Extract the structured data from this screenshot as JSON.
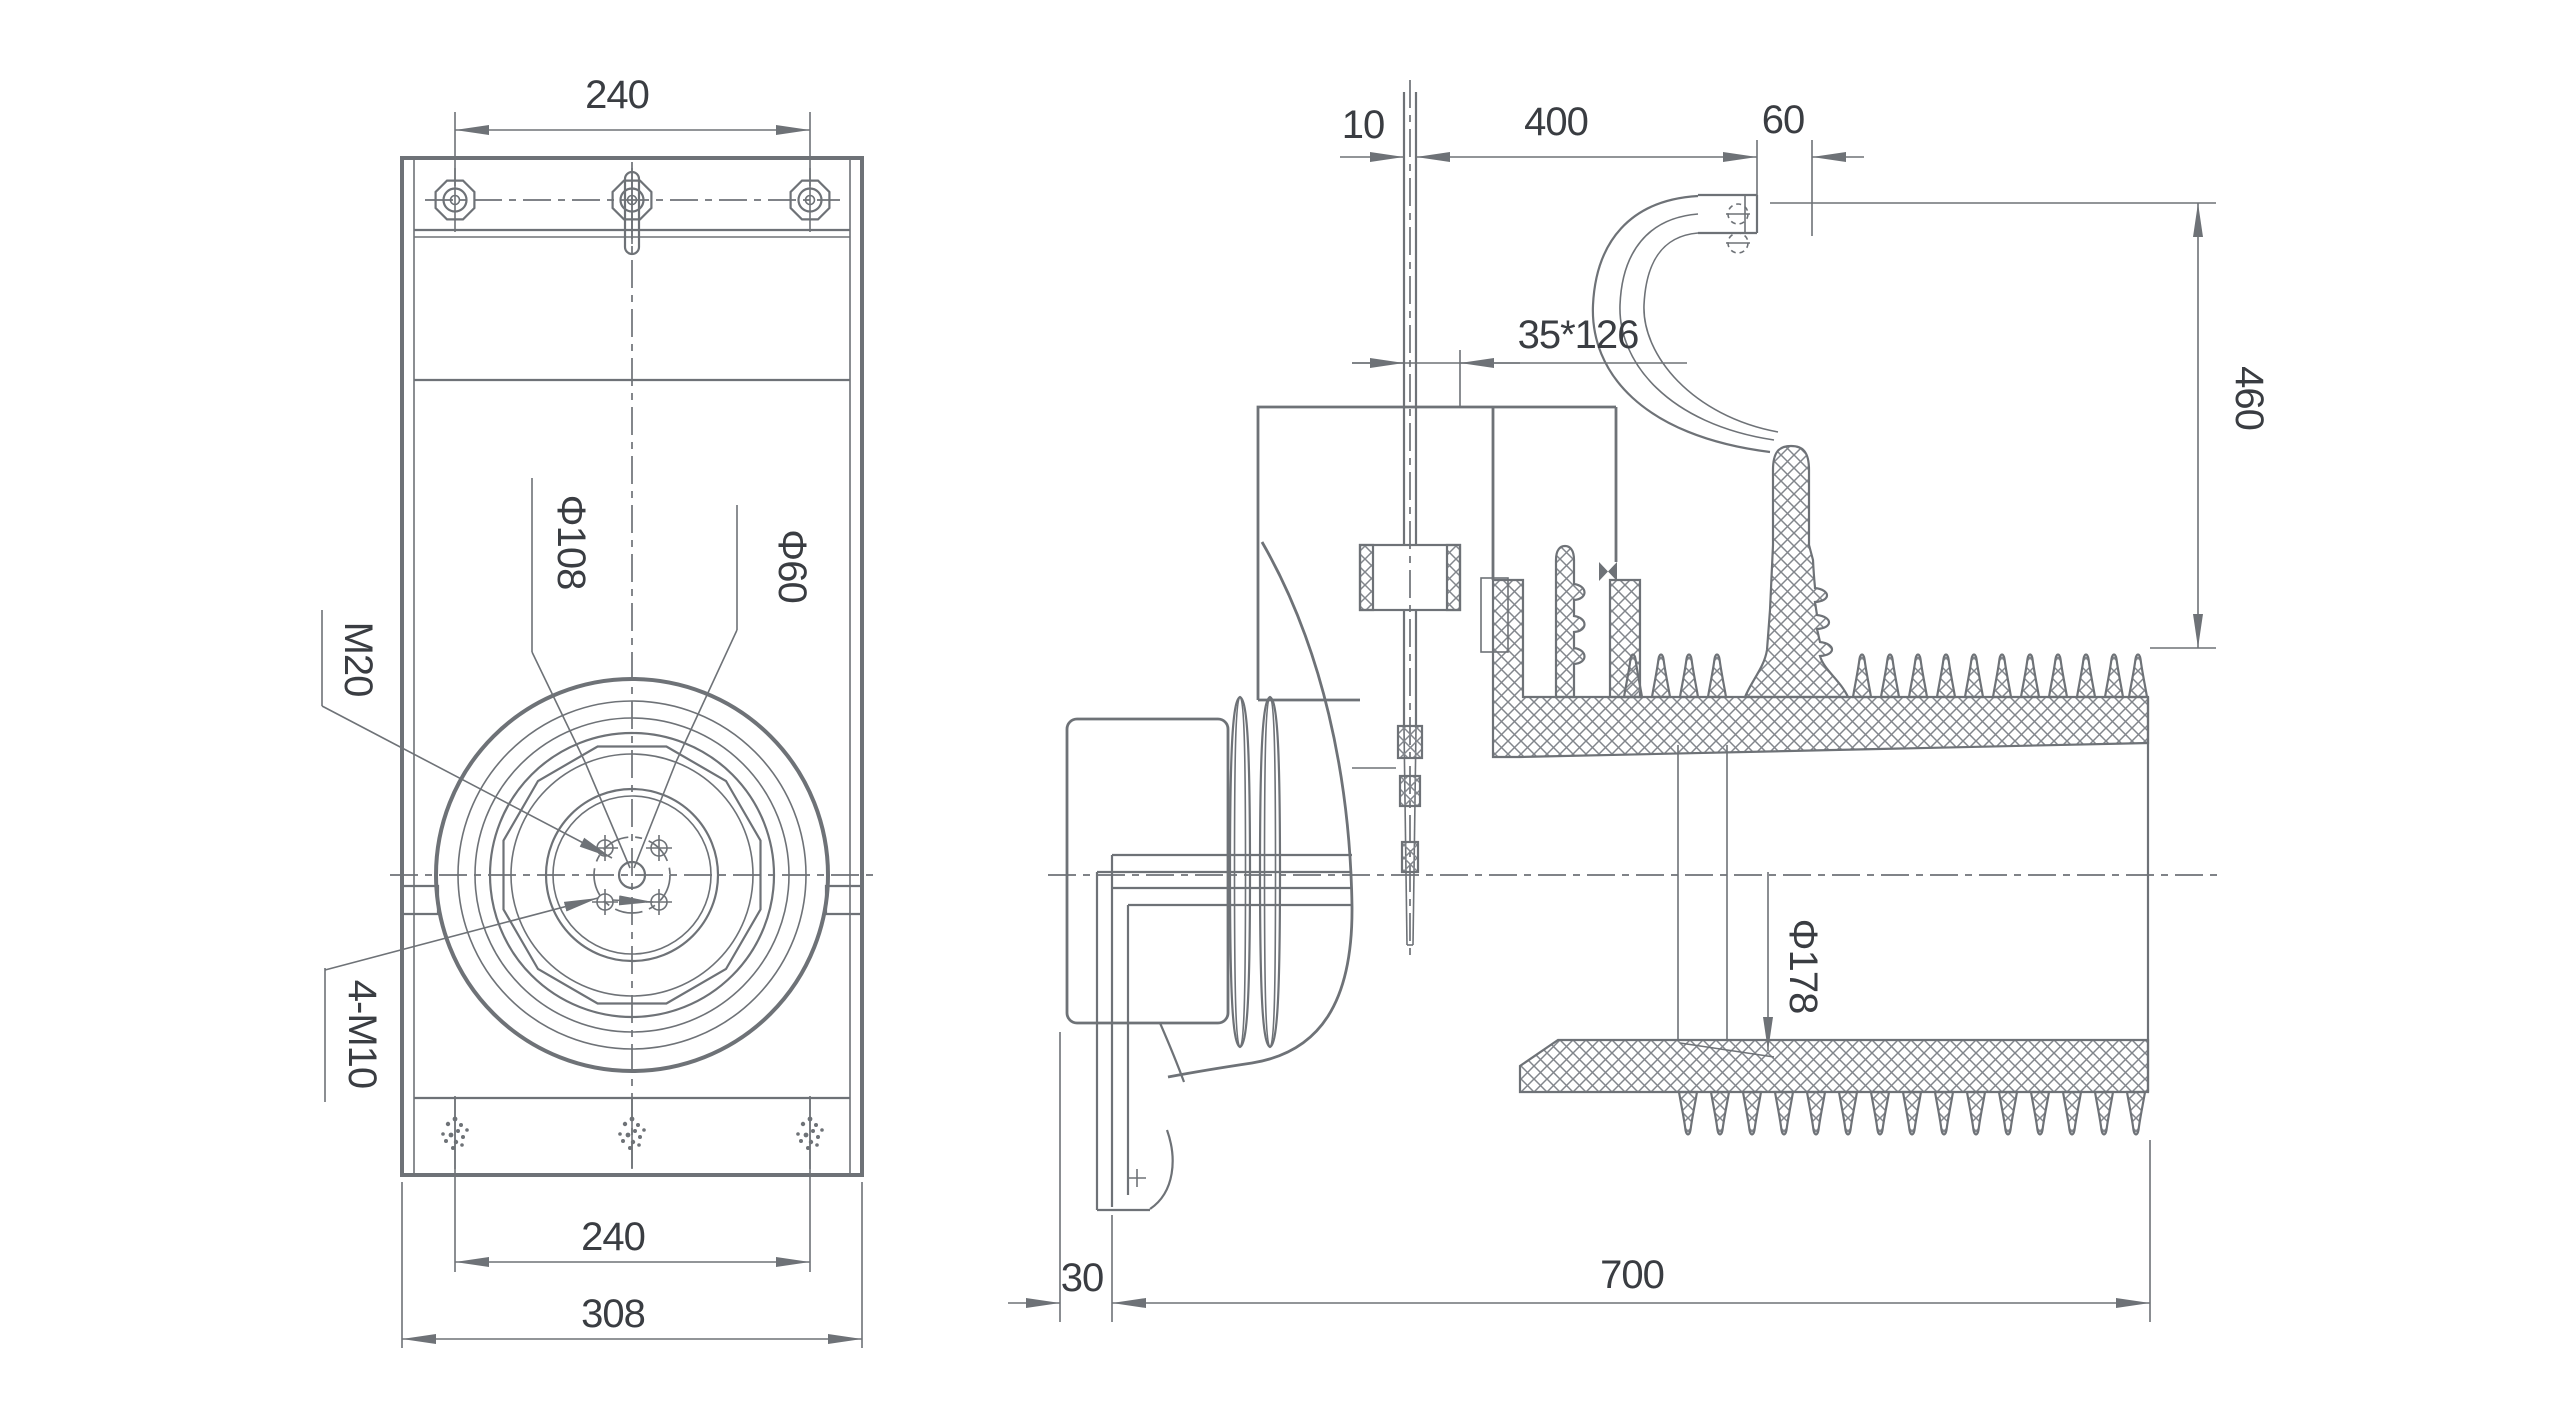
{
  "drawing_type": "engineering-two-view-bushing-drawing",
  "colors": {
    "line": "#6e7277",
    "text": "#3a3d42",
    "background": "#ffffff"
  },
  "front_view": {
    "dim_top_bolt_spacing": "240",
    "dim_bottom_bolt_spacing": "240",
    "dim_overall_width": "308",
    "label_outer_circle": "Φ108",
    "label_inner_circle": "Φ60",
    "label_center_thread": "M20",
    "label_bolt_holes": "4-M10"
  },
  "side_view": {
    "dim_busbar_thickness": "10",
    "dim_upper_length": "400",
    "dim_pad_length": "60",
    "dim_busbar_section": "35*126",
    "dim_height": "460",
    "dim_bore_diameter": "Φ178",
    "dim_bracket_offset": "30",
    "dim_total_length": "700"
  }
}
